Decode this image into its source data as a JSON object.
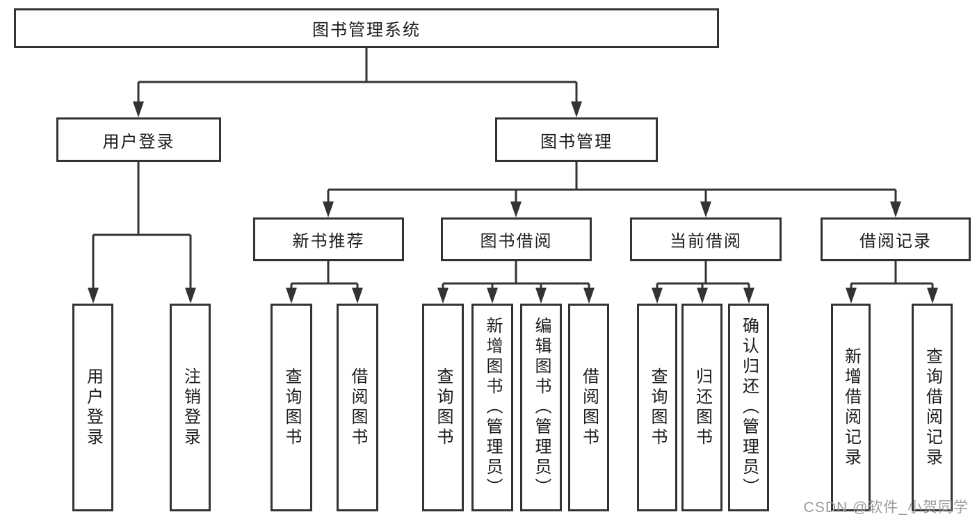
{
  "tree": {
    "label": "图书管理系统",
    "children": [
      {
        "label": "用户登录",
        "children": [
          {
            "label": "用户登录"
          },
          {
            "label": "注销登录"
          }
        ]
      },
      {
        "label": "图书管理",
        "children": [
          {
            "label": "新书推荐",
            "children": [
              {
                "label": "查询图书"
              },
              {
                "label": "借阅图书"
              }
            ]
          },
          {
            "label": "图书借阅",
            "children": [
              {
                "label": "查询图书"
              },
              {
                "label": "新增图书（管理员）"
              },
              {
                "label": "编辑图书（管理员）"
              },
              {
                "label": "借阅图书"
              }
            ]
          },
          {
            "label": "当前借阅",
            "children": [
              {
                "label": "查询图书"
              },
              {
                "label": "归还图书"
              },
              {
                "label": "确认归还（管理员）"
              }
            ]
          },
          {
            "label": "借阅记录",
            "children": [
              {
                "label": "新增借阅记录"
              },
              {
                "label": "查询借阅记录"
              }
            ]
          }
        ]
      }
    ]
  },
  "watermark": {
    "text": "CSDN @软件_小贺同学",
    "color": "#9c9c9c"
  },
  "colors": {
    "line": "#333333",
    "box_border": "#333333",
    "box_fill": "#ffffff",
    "text": "#1c1c1c"
  }
}
